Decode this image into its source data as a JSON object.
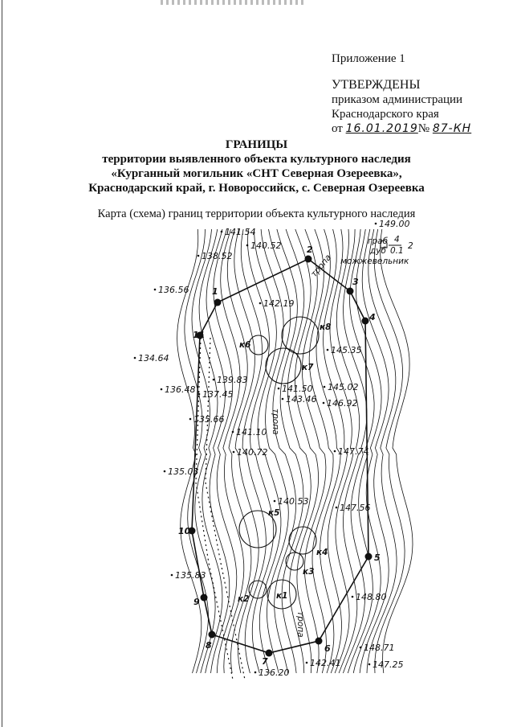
{
  "header": {
    "annex": "Приложение 1",
    "approved": "УТВЕРЖДЕНЫ",
    "order_line1": "приказом администрации",
    "order_line2": "Краснодарского края",
    "date_prefix": "от",
    "date_value": "16.01.2019",
    "number_prefix": "№",
    "number_value": "87-КН"
  },
  "title": {
    "line1": "ГРАНИЦЫ",
    "line2": "территории выявленного объекта культурного наследия",
    "line3": "«Курганный могильник «СНТ Северная Озереевка»,",
    "line4": "Краснодарский край, г. Новороссийск, с. Северная Озереевка"
  },
  "map": {
    "caption": "Карта (схема) границ территории объекта культурного наследия",
    "boundary_points": [
      "1",
      "2",
      "3",
      "4",
      "5",
      "6",
      "7",
      "8",
      "9",
      "10",
      "11"
    ],
    "kurgans": [
      "к1",
      "к2",
      "к3",
      "к4",
      "к5",
      "к6",
      "к7",
      "к8"
    ],
    "elevations": [
      "149.00",
      "141.54",
      "140.52",
      "138.52",
      "136.56",
      "142.19",
      "134.64",
      "145.35",
      "139.83",
      "137.45",
      "136.48",
      "141.50",
      "143.46",
      "145.02",
      "146.92",
      "135.66",
      "141.10",
      "140.72",
      "147.74",
      "135.03",
      "140.53",
      "147.56",
      "135.83",
      "148.80",
      "148.71",
      "147.25",
      "142.41",
      "136.20"
    ],
    "legend": {
      "line1": "граб",
      "line2": "дуб",
      "line3": "можжевельник",
      "fraction_top": "4",
      "fraction_bottom": "0.1",
      "count": "2"
    },
    "vertical_labels": [
      "тропа",
      "тропа",
      "тропа"
    ],
    "line_color": "#111111"
  }
}
